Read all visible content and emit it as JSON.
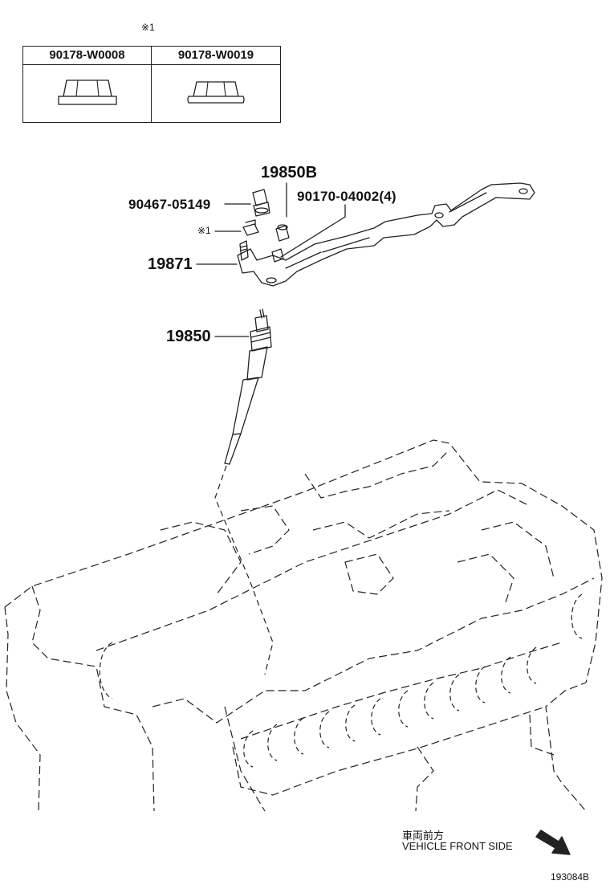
{
  "note_mark": "※1",
  "table": {
    "col1": "90178-W0008",
    "col2": "90178-W0019"
  },
  "labels": {
    "p19850B": "19850B",
    "p90467": "90467-05149",
    "p90170": "90170-04002(4)",
    "mark1": "※1",
    "p19871": "19871",
    "p19850": "19850"
  },
  "direction": {
    "jp": "車両前方",
    "en": "VEHICLE FRONT SIDE"
  },
  "figure_id": "193084B"
}
